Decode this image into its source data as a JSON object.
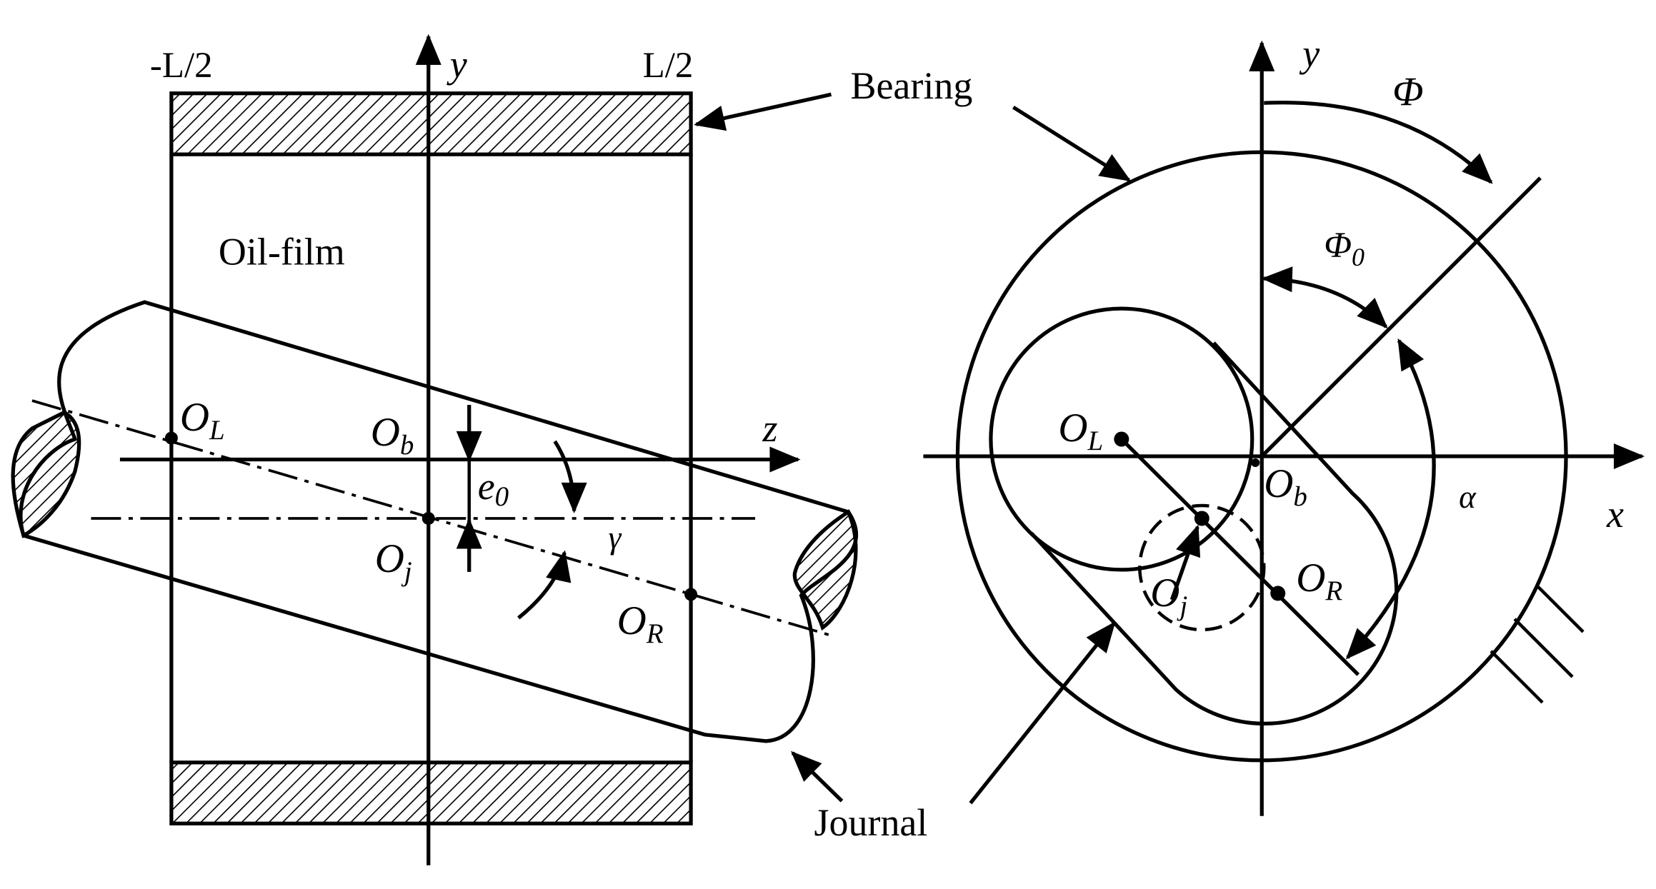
{
  "left_view": {
    "axis_y": "y",
    "axis_z": "z",
    "minus_half_length": "-L/2",
    "plus_half_length": "L/2",
    "oil_film": "Oil-film",
    "O": "O",
    "sub_L": "L",
    "sub_b": "b",
    "sub_j": "j",
    "sub_R": "R",
    "e": "e",
    "sub_0": "0",
    "gamma": "γ"
  },
  "right_view": {
    "axis_y": "y",
    "axis_x": "x",
    "Phi": "Φ",
    "Phi0_base": "Φ",
    "sub_0": "0",
    "alpha": "α",
    "O": "O",
    "sub_L": "L",
    "sub_b": "b",
    "sub_j": "j",
    "sub_R": "R"
  },
  "labels": {
    "bearing": "Bearing",
    "journal": "Journal"
  }
}
